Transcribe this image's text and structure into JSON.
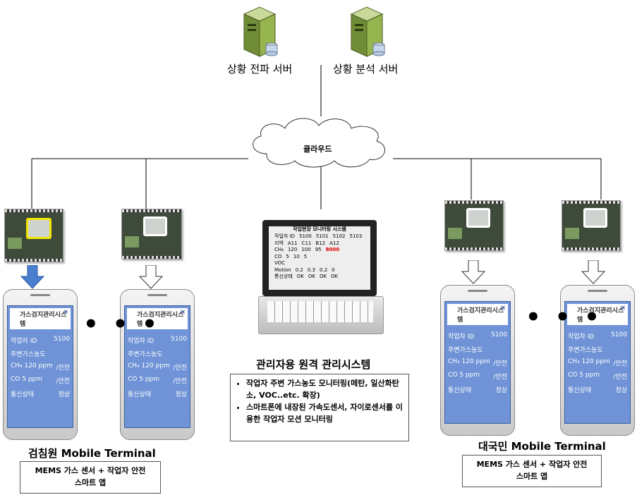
{
  "servers": [
    {
      "label": "상황 전파 서버",
      "icon": "server-icon"
    },
    {
      "label": "상황 분석 서버",
      "icon": "server-icon"
    }
  ],
  "cloud": {
    "label": "클라우드",
    "icon": "cloud-icon"
  },
  "phone_app": {
    "title": "가스검지관리시스템",
    "close_icon": "×",
    "rows": [
      {
        "left": "작업자 ID",
        "right": "5100"
      },
      {
        "left": "주변가스농도",
        "right": ""
      },
      {
        "left": "CH₄  120 ppm",
        "right": "/안전"
      },
      {
        "left": "CO    5 ppm",
        "right": "/안전"
      },
      {
        "left": "통신상태",
        "right": "정상"
      }
    ]
  },
  "laptop_screen": {
    "title": "작업현장 모니터링 시스템",
    "rows": [
      [
        "작업자  ID",
        "5100",
        "5101",
        "5102",
        "5103"
      ],
      [
        "지역",
        "A11",
        "C11",
        "B12",
        "A12"
      ],
      [
        "CH₄",
        "120",
        "100",
        "95",
        "8000"
      ],
      [
        "CO",
        "5",
        "10",
        "5",
        ""
      ],
      [
        "VOC",
        "",
        "",
        "",
        ""
      ],
      [
        "Motion",
        "0.2",
        "0.3",
        "0.2",
        "0"
      ],
      [
        "통신상태",
        "OK",
        "OK",
        "OK",
        "OK"
      ]
    ]
  },
  "center": {
    "title": "관리자용 원격 관리시스템",
    "bullets": [
      "작업자 주변 가스농도 모니터링(메탄, 일산화탄소, VOC..etc. 확장)",
      "스마트폰에 내장된 가속도센서, 자이로센서를 이용한 작업자 모션 모니터링"
    ]
  },
  "left_group": {
    "title": "검침원 Mobile Terminal",
    "box": [
      "MEMS 가스 센서 + 작업자 안전",
      "스마트 앱"
    ]
  },
  "right_group": {
    "title": "대국민 Mobile Terminal",
    "box": [
      "MEMS 가스 센서 + 작업자 안전",
      "스마트 앱"
    ]
  },
  "ellipsis": "• • •",
  "colors": {
    "arrow_fill": "#4a7fd0",
    "phone_screen": "#6f93d6",
    "chip_highlight": "#f2e600",
    "server_body": "#8aa84a"
  }
}
